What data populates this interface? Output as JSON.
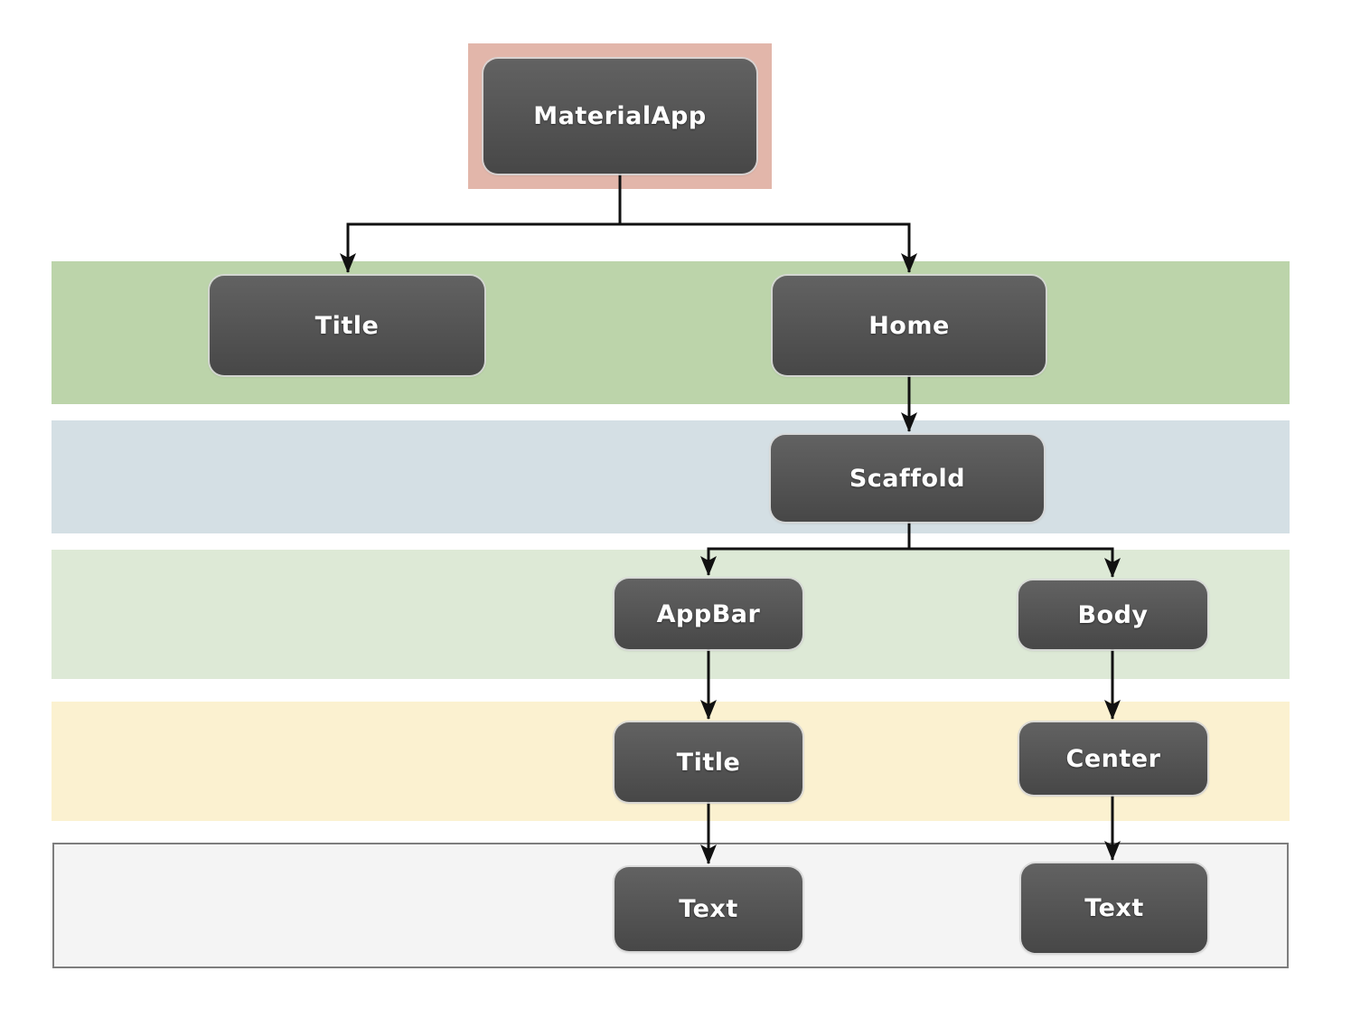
{
  "diagram": {
    "type": "tree",
    "description": "Flutter widget tree hierarchy diagram",
    "nodes": {
      "materialapp": {
        "label": "MaterialApp",
        "highlighted": true,
        "row": 0
      },
      "title_top": {
        "label": "Title",
        "highlighted": false,
        "row": 1
      },
      "home": {
        "label": "Home",
        "highlighted": false,
        "row": 1
      },
      "scaffold": {
        "label": "Scaffold",
        "highlighted": false,
        "row": 2
      },
      "appbar": {
        "label": "AppBar",
        "highlighted": false,
        "row": 3
      },
      "body": {
        "label": "Body",
        "highlighted": false,
        "row": 3
      },
      "title_appbar": {
        "label": "Title",
        "highlighted": false,
        "row": 4
      },
      "center": {
        "label": "Center",
        "highlighted": false,
        "row": 4
      },
      "text_left": {
        "label": "Text",
        "highlighted": false,
        "row": 5
      },
      "text_right": {
        "label": "Text",
        "highlighted": false,
        "row": 5
      }
    },
    "edges": [
      {
        "from": "materialapp",
        "to": "title_top"
      },
      {
        "from": "materialapp",
        "to": "home"
      },
      {
        "from": "home",
        "to": "scaffold"
      },
      {
        "from": "scaffold",
        "to": "appbar"
      },
      {
        "from": "scaffold",
        "to": "body"
      },
      {
        "from": "appbar",
        "to": "title_appbar"
      },
      {
        "from": "body",
        "to": "center"
      },
      {
        "from": "title_appbar",
        "to": "text_left"
      },
      {
        "from": "center",
        "to": "text_right"
      }
    ],
    "colors": {
      "canvas": "#ffffff",
      "highlight": "#e2b6aa",
      "node_gradient_top": "#626262",
      "node_gradient_bottom": "#474747",
      "node_text": "#ffffff",
      "node_rim": "#d8d8d8",
      "connector": "#111111",
      "band_row1": "#bcd4aa",
      "band_row2": "#d4dfe4",
      "band_row3": "#dde9d6",
      "band_row4": "#fbf1d0",
      "band_row5_fill": "#f4f4f4",
      "band_row5_border": "#7d7d7d"
    }
  }
}
